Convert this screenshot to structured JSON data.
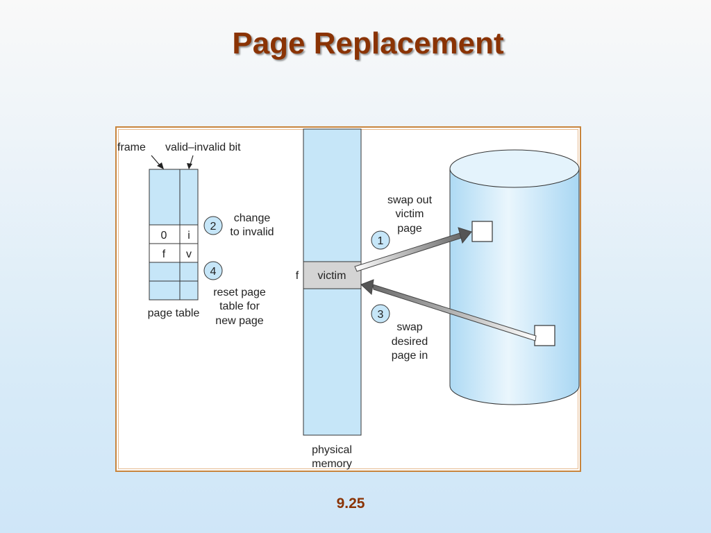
{
  "slide": {
    "title": "Page Replacement",
    "page_number": "9.25"
  },
  "diagram": {
    "page_table": {
      "frame_label": "frame",
      "valid_invalid_label": "valid–invalid bit",
      "rows": [
        {
          "frame": "0",
          "bit": "i"
        },
        {
          "frame": "f",
          "bit": "v"
        }
      ],
      "caption": "page table"
    },
    "steps": [
      {
        "number": "1",
        "lines": [
          "swap out",
          "victim",
          "page"
        ]
      },
      {
        "number": "2",
        "lines": [
          "change",
          "to invalid"
        ]
      },
      {
        "number": "3",
        "lines": [
          "swap",
          "desired",
          "page in"
        ]
      },
      {
        "number": "4",
        "lines": [
          "reset page",
          "table for",
          "new page"
        ]
      }
    ],
    "physical_memory": {
      "frame_marker": "f",
      "victim_label": "victim",
      "caption_lines": [
        "physical",
        "memory"
      ]
    },
    "colors": {
      "memory_fill": "#c6e6f8",
      "victim_fill": "#d4d4d4",
      "title": "#8a3304",
      "frame_border": "#c8843c"
    }
  }
}
